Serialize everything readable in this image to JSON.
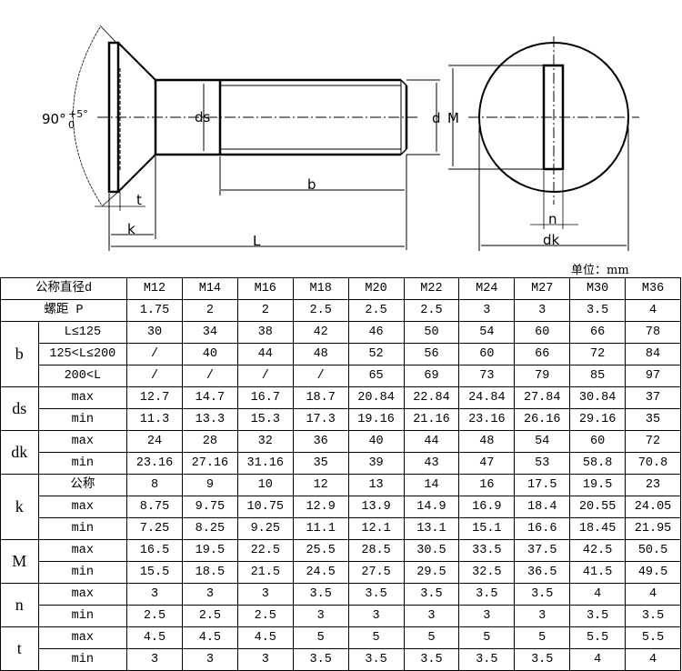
{
  "drawing": {
    "side_view": {
      "angle_label": "90°",
      "angle_tol_upper": "+5°",
      "angle_tol_lower": "0",
      "dims": {
        "ds": "ds",
        "b": "b",
        "t": "t",
        "k": "k",
        "L": "L",
        "d": "d",
        "M": "M"
      }
    },
    "end_view": {
      "dims": {
        "n": "n",
        "dk": "dk"
      }
    }
  },
  "unit_label": "单位：mm",
  "table": {
    "header": {
      "label": "公称直径d",
      "sizes": [
        "M12",
        "M14",
        "M16",
        "M18",
        "M20",
        "M22",
        "M24",
        "M27",
        "M30",
        "M36"
      ]
    },
    "pitch": {
      "label": "螺距 P",
      "values": [
        "1.75",
        "2",
        "2",
        "2.5",
        "2.5",
        "2.5",
        "3",
        "3",
        "3.5",
        "4"
      ]
    },
    "groups": [
      {
        "label": "b",
        "rows": [
          {
            "sub": "L≤125",
            "values": [
              "30",
              "34",
              "38",
              "42",
              "46",
              "50",
              "54",
              "60",
              "66",
              "78"
            ]
          },
          {
            "sub": "125<L≤200",
            "values": [
              "/",
              "40",
              "44",
              "48",
              "52",
              "56",
              "60",
              "66",
              "72",
              "84"
            ]
          },
          {
            "sub": "200<L",
            "values": [
              "/",
              "/",
              "/",
              "/",
              "65",
              "69",
              "73",
              "79",
              "85",
              "97"
            ]
          }
        ]
      },
      {
        "label": "ds",
        "rows": [
          {
            "sub": "max",
            "values": [
              "12.7",
              "14.7",
              "16.7",
              "18.7",
              "20.84",
              "22.84",
              "24.84",
              "27.84",
              "30.84",
              "37"
            ]
          },
          {
            "sub": "min",
            "values": [
              "11.3",
              "13.3",
              "15.3",
              "17.3",
              "19.16",
              "21.16",
              "23.16",
              "26.16",
              "29.16",
              "35"
            ]
          }
        ]
      },
      {
        "label": "dk",
        "rows": [
          {
            "sub": "max",
            "values": [
              "24",
              "28",
              "32",
              "36",
              "40",
              "44",
              "48",
              "54",
              "60",
              "72"
            ]
          },
          {
            "sub": "min",
            "values": [
              "23.16",
              "27.16",
              "31.16",
              "35",
              "39",
              "43",
              "47",
              "53",
              "58.8",
              "70.8"
            ]
          }
        ]
      },
      {
        "label": "k",
        "rows": [
          {
            "sub": "公称",
            "values": [
              "8",
              "9",
              "10",
              "12",
              "13",
              "14",
              "16",
              "17.5",
              "19.5",
              "23"
            ]
          },
          {
            "sub": "max",
            "values": [
              "8.75",
              "9.75",
              "10.75",
              "12.9",
              "13.9",
              "14.9",
              "16.9",
              "18.4",
              "20.55",
              "24.05"
            ]
          },
          {
            "sub": "min",
            "values": [
              "7.25",
              "8.25",
              "9.25",
              "11.1",
              "12.1",
              "13.1",
              "15.1",
              "16.6",
              "18.45",
              "21.95"
            ]
          }
        ]
      },
      {
        "label": "M",
        "rows": [
          {
            "sub": "max",
            "values": [
              "16.5",
              "19.5",
              "22.5",
              "25.5",
              "28.5",
              "30.5",
              "33.5",
              "37.5",
              "42.5",
              "50.5"
            ]
          },
          {
            "sub": "min",
            "values": [
              "15.5",
              "18.5",
              "21.5",
              "24.5",
              "27.5",
              "29.5",
              "32.5",
              "36.5",
              "41.5",
              "49.5"
            ]
          }
        ]
      },
      {
        "label": "n",
        "rows": [
          {
            "sub": "max",
            "values": [
              "3",
              "3",
              "3",
              "3.5",
              "3.5",
              "3.5",
              "3.5",
              "3.5",
              "4",
              "4"
            ]
          },
          {
            "sub": "min",
            "values": [
              "2.5",
              "2.5",
              "2.5",
              "3",
              "3",
              "3",
              "3",
              "3",
              "3.5",
              "3.5"
            ]
          }
        ]
      },
      {
        "label": "t",
        "rows": [
          {
            "sub": "max",
            "values": [
              "4.5",
              "4.5",
              "4.5",
              "5",
              "5",
              "5",
              "5",
              "5",
              "5.5",
              "5.5"
            ]
          },
          {
            "sub": "min",
            "values": [
              "3",
              "3",
              "3",
              "3.5",
              "3.5",
              "3.5",
              "3.5",
              "3.5",
              "4",
              "4"
            ]
          }
        ]
      }
    ]
  }
}
